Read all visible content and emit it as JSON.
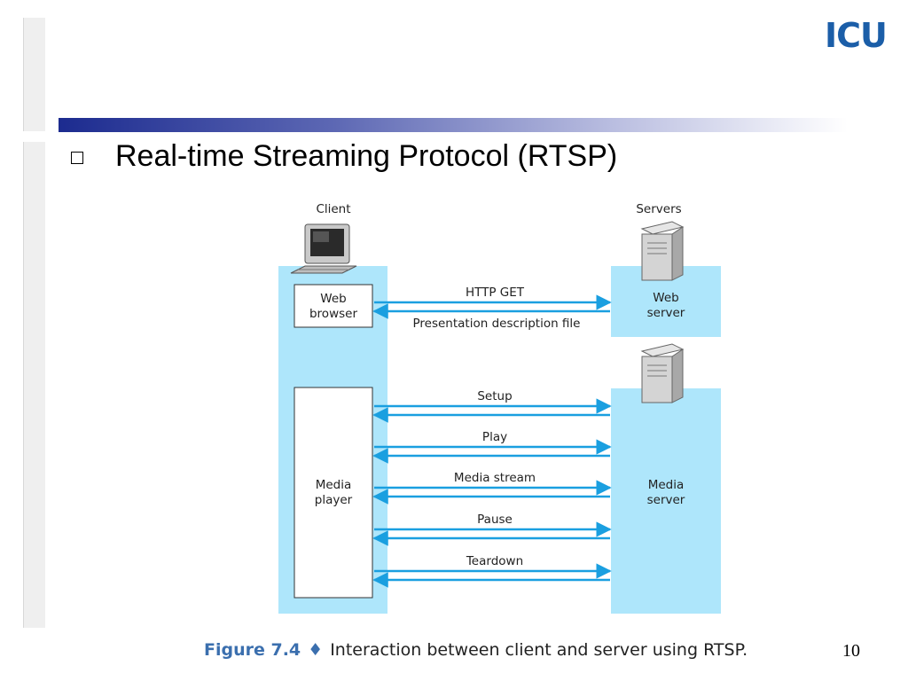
{
  "slide": {
    "logo": "ICU",
    "title": "Real-time Streaming Protocol (RTSP)",
    "page_number": "10"
  },
  "diagram": {
    "client_heading": "Client",
    "servers_heading": "Servers",
    "web_browser": [
      "Web",
      "browser"
    ],
    "web_server": [
      "Web",
      "server"
    ],
    "media_player": [
      "Media",
      "player"
    ],
    "media_server": [
      "Media",
      "server"
    ],
    "messages": {
      "http_get": "HTTP GET",
      "presentation": "Presentation description file",
      "setup": "Setup",
      "play": "Play",
      "media_stream": "Media stream",
      "pause": "Pause",
      "teardown": "Teardown"
    },
    "colors": {
      "lane": "#aee6fb",
      "arrow": "#1a9fe0",
      "box_border": "#333333"
    }
  },
  "caption": {
    "figure_number": "Figure 7.4",
    "text": "Interaction between client and server using RTSP."
  }
}
